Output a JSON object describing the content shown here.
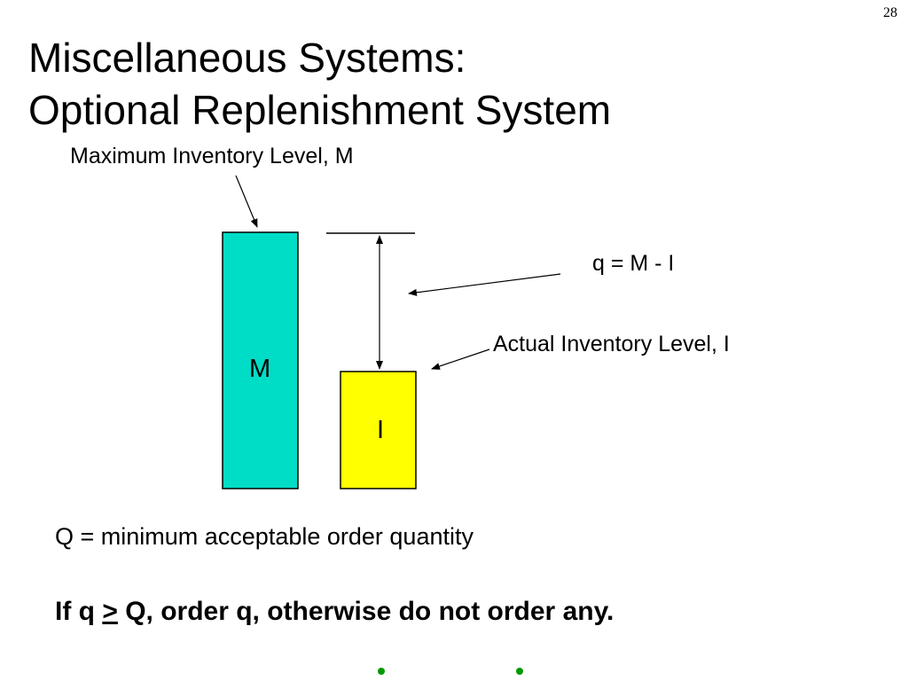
{
  "page_number": "28",
  "title": {
    "line1": "Miscellaneous Systems:",
    "line2": "Optional Replenishment System"
  },
  "diagram": {
    "max_label": "Maximum Inventory Level, M",
    "q_label": "q = M - I",
    "actual_label": "Actual Inventory Level, I",
    "bar_m_letter": "M",
    "bar_i_letter": "I",
    "colors": {
      "bar_m": "#00DDC6",
      "bar_i": "#FFFF00",
      "bullet": "#009900"
    }
  },
  "definition": "Q = minimum acceptable order quantity",
  "rule": {
    "before": "If q ",
    "operator": ">",
    "after": " Q, order q, otherwise do not order any."
  }
}
